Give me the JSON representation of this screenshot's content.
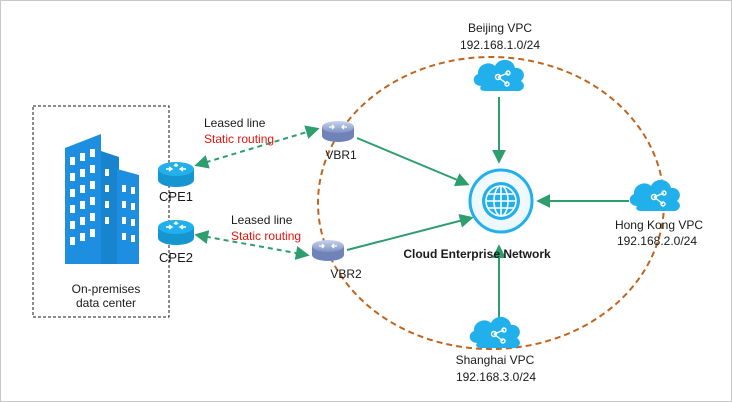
{
  "datacenter": {
    "label_line1": "On-premises",
    "label_line2": "data center"
  },
  "cpe1": {
    "label": "CPE1"
  },
  "cpe2": {
    "label": "CPE2"
  },
  "link1": {
    "type": "Leased line",
    "routing": "Static routing"
  },
  "link2": {
    "type": "Leased line",
    "routing": "Static routing"
  },
  "vbr1": {
    "label": "VBR1"
  },
  "vbr2": {
    "label": "VBR2"
  },
  "cen": {
    "label": "Cloud Enterprise Network"
  },
  "vpcs": {
    "beijing": {
      "name": "Beijing VPC",
      "cidr": "192.168.1.0/24"
    },
    "hongkong": {
      "name": "Hong Kong VPC",
      "cidr": "192.168.2.0/24"
    },
    "shanghai": {
      "name": "Shanghai VPC",
      "cidr": "192.168.3.0/24"
    }
  },
  "colors": {
    "link_green": "#2e9e6e",
    "ellipse_orange": "#c0641e",
    "routing_red": "#e8140c",
    "building_blue": "#1e8fe0",
    "device_cyan": "#22b0ec"
  }
}
